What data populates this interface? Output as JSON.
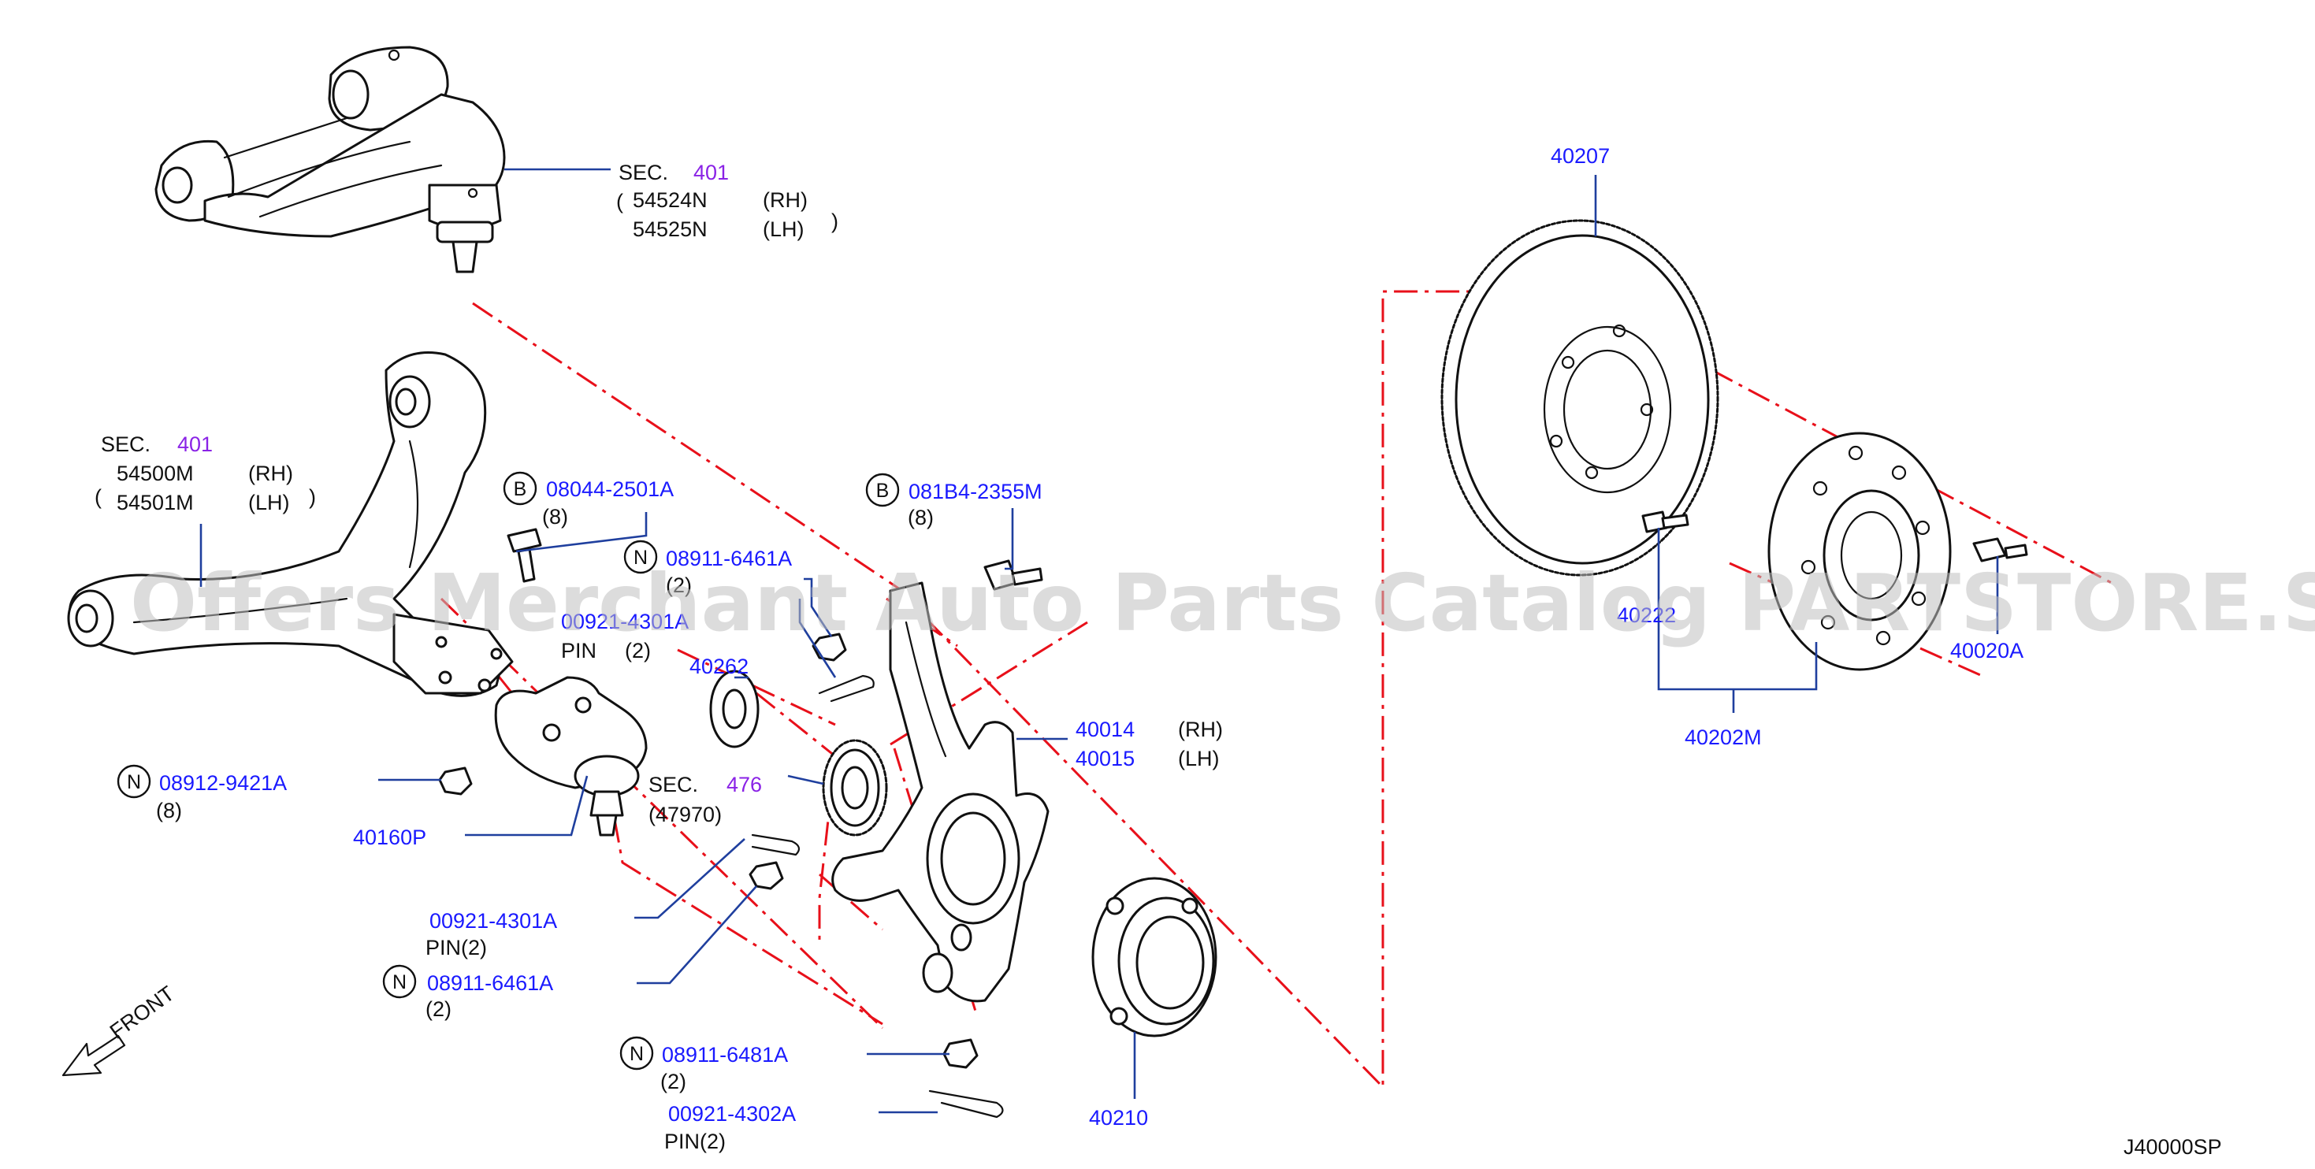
{
  "callouts": {
    "sec_upper": {
      "prefix": "SEC.",
      "ref": "401",
      "part_rh": "54524N",
      "tag_rh": "(RH)",
      "part_lh": "54525N",
      "tag_lh": "(LH)"
    },
    "sec_lower": {
      "prefix": "SEC.",
      "ref": "401",
      "part_rh": "54500M",
      "tag_rh": "(RH)",
      "part_lh": "54501M",
      "tag_lh": "(LH)"
    },
    "bolt_08044": {
      "badge": "B",
      "part": "08044-2501A",
      "qty": "(8)"
    },
    "nut_08911_upper": {
      "badge": "N",
      "part": "08911-6461A",
      "qty": "(2)"
    },
    "pin_upper": {
      "part": "00921-4301A",
      "pin": "PIN",
      "qty": "(2)"
    },
    "bolt_081b4": {
      "badge": "B",
      "part": "081B4-2355M",
      "qty": "(8)"
    },
    "seal_40262": {
      "part": "40262"
    },
    "knuckle": {
      "part_rh": "40014",
      "tag_rh": "(RH)",
      "part_lh": "40015",
      "tag_lh": "(LH)"
    },
    "sec_476": {
      "prefix": "SEC.",
      "ref": "476",
      "sub": "(47970)"
    },
    "nut_08912": {
      "badge": "N",
      "part": "08912-9421A",
      "qty": "(8)"
    },
    "balljoint": {
      "part": "40160P"
    },
    "pin_lower_a": {
      "part": "00921-4301A",
      "pin": "PIN(2)"
    },
    "nut_08911_lower": {
      "badge": "N",
      "part": "08911-6461A",
      "qty": "(2)"
    },
    "nut_08911_6481": {
      "badge": "N",
      "part": "08911-6481A",
      "qty": "(2)"
    },
    "pin_lower_b": {
      "part": "00921-4302A",
      "pin": "PIN(2)"
    },
    "bearing": {
      "part": "40210"
    },
    "rotor": {
      "part": "40207"
    },
    "hub_bolt_left": {
      "part": "40222"
    },
    "hub_bolt_right": {
      "part": "40020A"
    },
    "hub": {
      "part": "40202M"
    }
  },
  "front_label": "FRONT",
  "diagram_code": "J40000SP",
  "watermark": "Offers Merchant Auto Parts Catalog PARTSTORE.SA",
  "colors": {
    "part_number": "#1a1aff",
    "section_ref": "#8a22e6",
    "centerline": "#e8101a",
    "leader": "#1f3f9e"
  }
}
